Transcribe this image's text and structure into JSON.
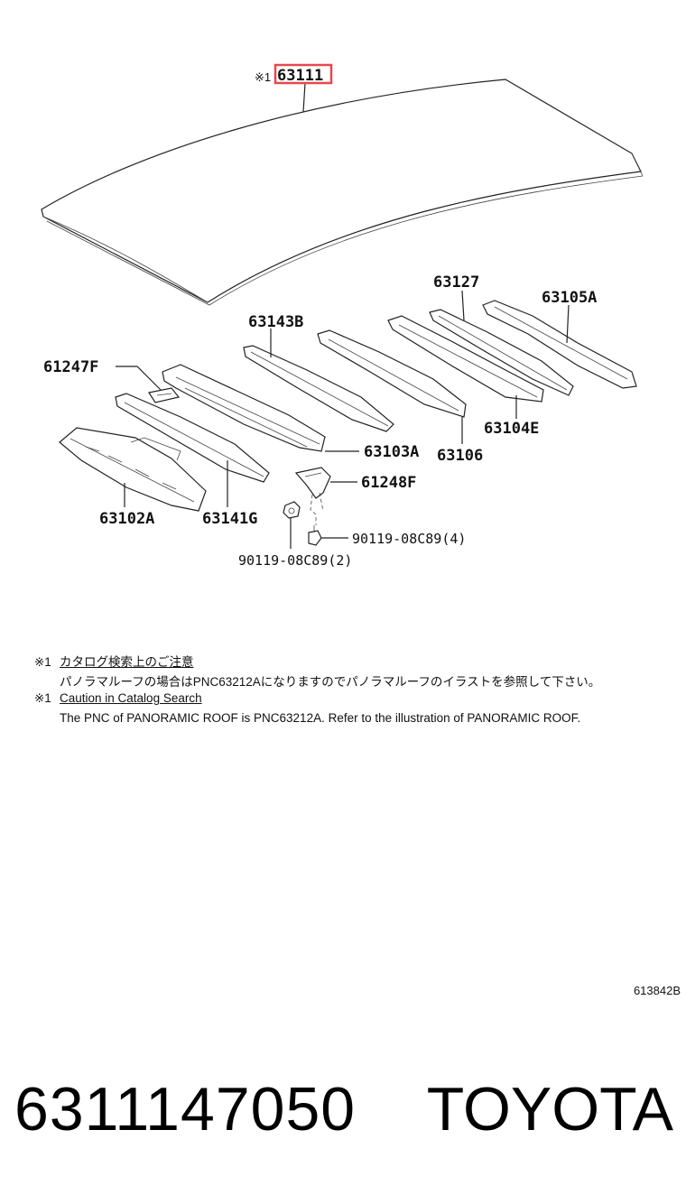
{
  "diagram": {
    "roof_callout": {
      "mark": "※1",
      "part": "63111"
    },
    "part_labels": {
      "p63127": "63127",
      "p63105A": "63105A",
      "p63143B": "63143B",
      "p61247F": "61247F",
      "p63104E": "63104E",
      "p63103A": "63103A",
      "p63106": "63106",
      "p61248F": "61248F",
      "p63102A": "63102A",
      "p63141G": "63141G",
      "bolt4": "90119-08C89(4)",
      "bolt2": "90119-08C89(2)"
    },
    "colors": {
      "highlight": "#e8474c",
      "line": "#222222"
    }
  },
  "notes": [
    {
      "mark": "※1",
      "title": "カタログ検索上のご注意",
      "body": "パノラマルーフの場合はPNC63212Aになりますのでパノラマルーフのイラストを参照して下さい。"
    },
    {
      "mark": "※1",
      "title": "Caution in Catalog Search",
      "body": "The PNC of PANORAMIC ROOF is PNC63212A.  Refer to the illustration of PANORAMIC ROOF."
    }
  ],
  "ref_code": "613842B",
  "footer": {
    "part_number": "6311147050",
    "brand": "TOYOTA"
  }
}
